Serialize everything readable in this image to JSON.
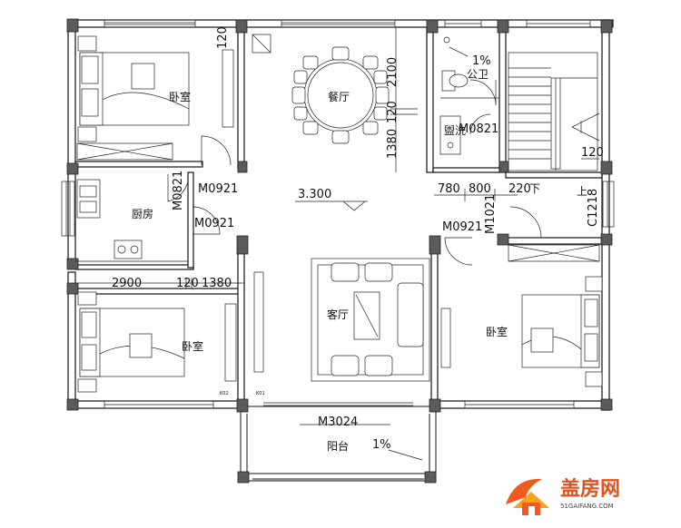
{
  "rooms": {
    "bedroom_top_left": "卧室",
    "dining": "餐厅",
    "kitchen": "厨房",
    "bedroom_bottom_left": "卧室",
    "living": "客厅",
    "bedroom_right": "卧室",
    "balcony": "阳台",
    "toilet": "公卫",
    "wash": "盥洗"
  },
  "dimensions": {
    "d120_top": "120",
    "d2100": "2100",
    "d120_mid": "120",
    "d1380_v": "1380",
    "d120_stair": "120",
    "d780": "780",
    "d800": "800",
    "d220": "220",
    "d2900": "2900",
    "d120_h": "120",
    "d1380_h": "1380"
  },
  "codes": {
    "m0821_wash": "M0821",
    "m0921_a": "M0921",
    "m0821_kitchen": "M0821",
    "m0921_b": "M0921",
    "m0921_c": "M0921",
    "m1021": "M1021",
    "c1218": "C1218",
    "m3024": "M3024",
    "k_small_a": "K02",
    "k_small_b": "K01"
  },
  "level": "3.300",
  "slopes": {
    "toilet": "1%",
    "balcony": "1%"
  },
  "stair": {
    "up": "上",
    "down": "下"
  },
  "brand": {
    "name": "盖房网",
    "url": "51GAIFANG.COM"
  },
  "colors": {
    "brand_orange": "#f05a1e",
    "brand_text": "#e8501a"
  }
}
